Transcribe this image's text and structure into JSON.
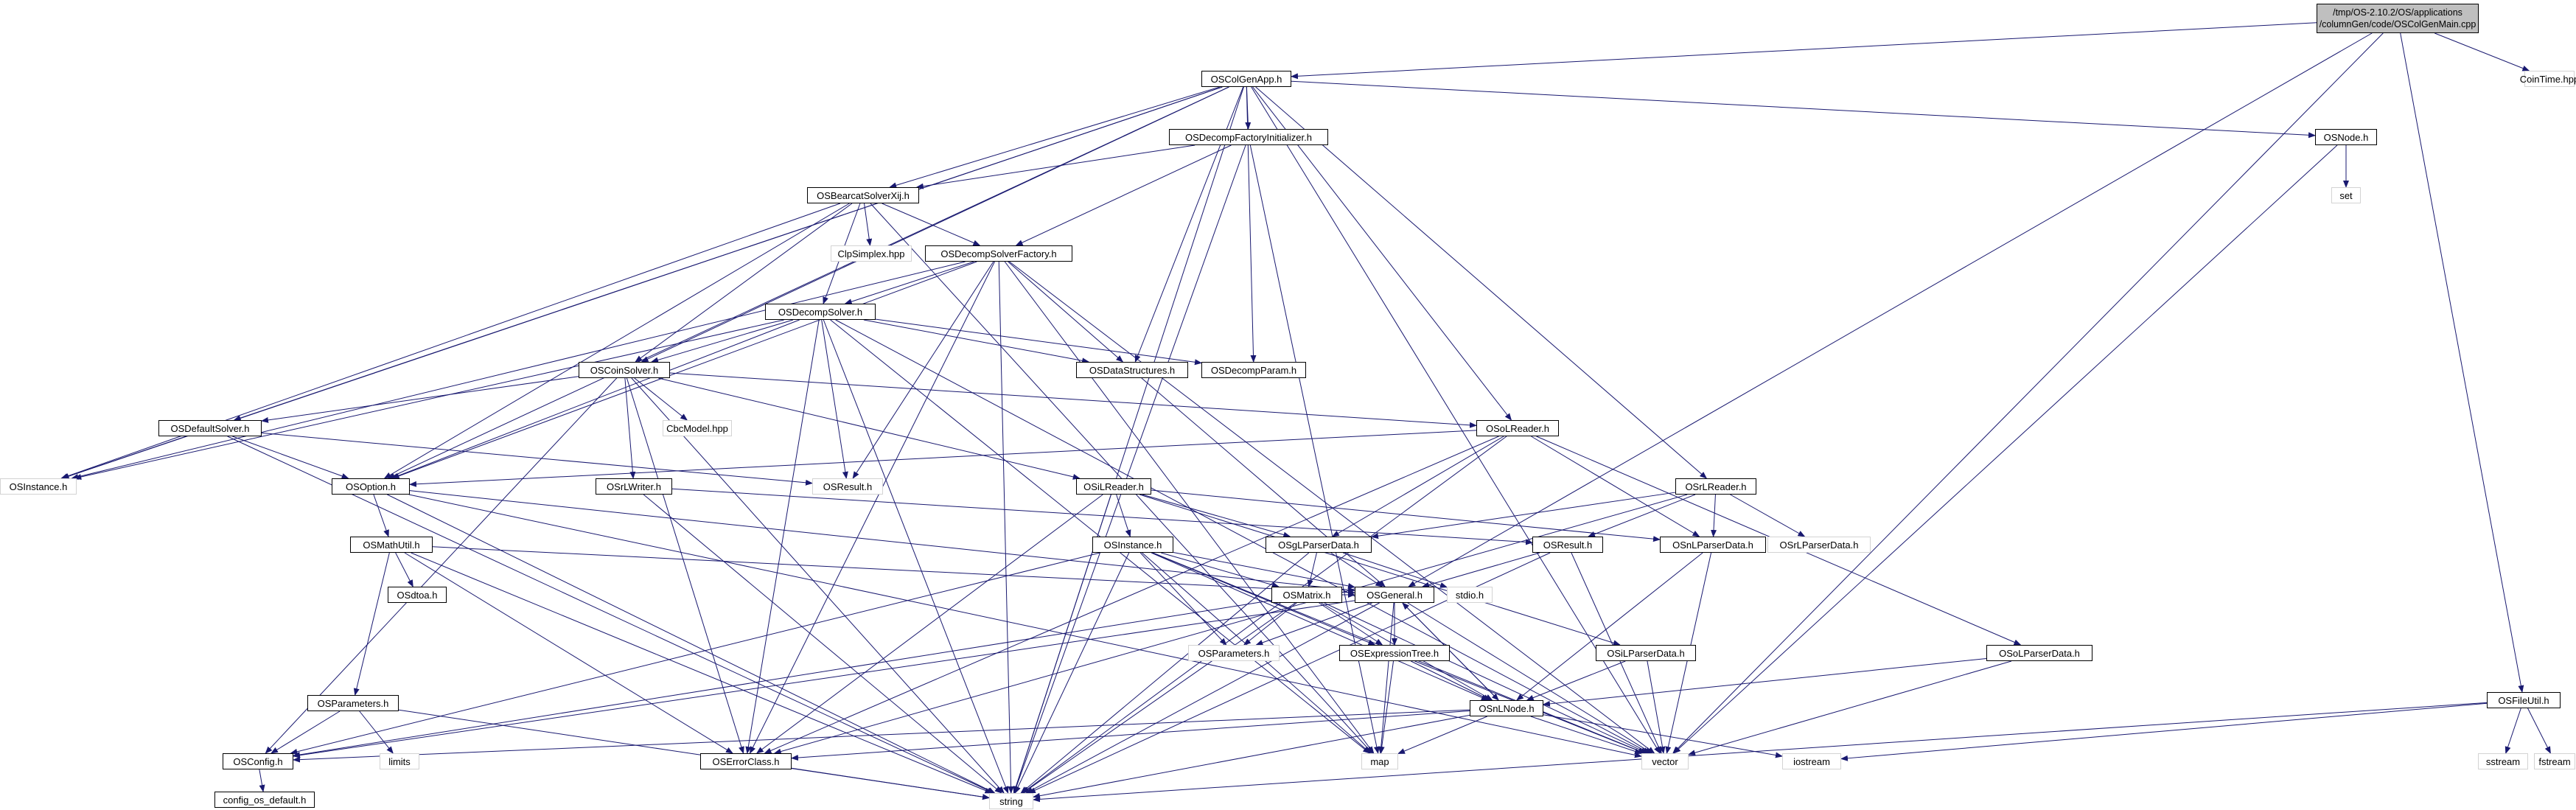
{
  "nodes": [
    {
      "id": "root",
      "kind": "root",
      "lines": [
        "/tmp/OS-2.10.2/OS/applications",
        "/columnGen/code/OSColGenMain.cpp"
      ]
    },
    {
      "id": "OSColGenApp",
      "kind": "src",
      "label": "OSColGenApp.h"
    },
    {
      "id": "CoinTime",
      "kind": "ext",
      "label": "CoinTime.hpp"
    },
    {
      "id": "OSFileUtil",
      "kind": "src",
      "label": "OSFileUtil.h"
    },
    {
      "id": "OSDecompFactoryInitializer",
      "kind": "src",
      "label": "OSDecompFactoryInitializer.h"
    },
    {
      "id": "OSNode",
      "kind": "src",
      "label": "OSNode.h"
    },
    {
      "id": "set",
      "kind": "ext",
      "label": "set"
    },
    {
      "id": "OSBearcatSolverXij",
      "kind": "src",
      "label": "OSBearcatSolverXij.h"
    },
    {
      "id": "ClpSimplex",
      "kind": "ext",
      "label": "ClpSimplex.hpp"
    },
    {
      "id": "OSDecompSolverFactory",
      "kind": "src",
      "label": "OSDecompSolverFactory.h"
    },
    {
      "id": "OSDecompSolver",
      "kind": "src",
      "label": "OSDecompSolver.h"
    },
    {
      "id": "OSDataStructures",
      "kind": "src",
      "label": "OSDataStructures.h"
    },
    {
      "id": "OSDecompParam",
      "kind": "src",
      "label": "OSDecompParam.h"
    },
    {
      "id": "OSCoinSolver",
      "kind": "src",
      "label": "OSCoinSolver.h"
    },
    {
      "id": "CbcModel",
      "kind": "ext",
      "label": "CbcModel.hpp"
    },
    {
      "id": "OSoLReader",
      "kind": "src",
      "label": "OSoLReader.h"
    },
    {
      "id": "OSDefaultSolver",
      "kind": "src",
      "label": "OSDefaultSolver.h"
    },
    {
      "id": "OSInstanceExt",
      "kind": "ext",
      "label": "OSInstance.h"
    },
    {
      "id": "OSOption",
      "kind": "src",
      "label": "OSOption.h"
    },
    {
      "id": "OSResult",
      "kind": "ext",
      "label": "OSResult.h"
    },
    {
      "id": "OSrLWriter",
      "kind": "src",
      "label": "OSrLWriter.h"
    },
    {
      "id": "OSiLReader",
      "kind": "src",
      "label": "OSiLReader.h"
    },
    {
      "id": "OSrLReader",
      "kind": "src",
      "label": "OSrLReader.h"
    },
    {
      "id": "OSrLParserDataExt",
      "kind": "ext",
      "label": "OSrLParserData.h"
    },
    {
      "id": "OSResultSrc",
      "kind": "src",
      "label": "OSResult.h"
    },
    {
      "id": "OSnLParserData",
      "kind": "src",
      "label": "OSnLParserData.h"
    },
    {
      "id": "OSMathUtil",
      "kind": "src",
      "label": "OSMathUtil.h"
    },
    {
      "id": "OSdtoa",
      "kind": "src",
      "label": "OSdtoa.h"
    },
    {
      "id": "OSInstanceSrc",
      "kind": "src",
      "label": "OSInstance.h"
    },
    {
      "id": "OSgLParserData",
      "kind": "src",
      "label": "OSgLParserData.h"
    },
    {
      "id": "OSMatrix",
      "kind": "src",
      "label": "OSMatrix.h"
    },
    {
      "id": "OSGeneral",
      "kind": "src",
      "label": "OSGeneral.h"
    },
    {
      "id": "stdio",
      "kind": "ext",
      "label": "stdio.h"
    },
    {
      "id": "OSParametersExt",
      "kind": "ext",
      "label": "OSParameters.h"
    },
    {
      "id": "OSExpressionTree",
      "kind": "src",
      "label": "OSExpressionTree.h"
    },
    {
      "id": "OSiLParserData",
      "kind": "src",
      "label": "OSiLParserData.h"
    },
    {
      "id": "OSoLParserData",
      "kind": "src",
      "label": "OSoLParserData.h"
    },
    {
      "id": "OSParametersSrc",
      "kind": "src",
      "label": "OSParameters.h"
    },
    {
      "id": "limits",
      "kind": "ext",
      "label": "limits"
    },
    {
      "id": "OSConfig",
      "kind": "src",
      "label": "OSConfig.h"
    },
    {
      "id": "OSnLNode",
      "kind": "src",
      "label": "OSnLNode.h"
    },
    {
      "id": "OSErrorClass",
      "kind": "src",
      "label": "OSErrorClass.h"
    },
    {
      "id": "map",
      "kind": "ext",
      "label": "map"
    },
    {
      "id": "vector",
      "kind": "ext",
      "label": "vector"
    },
    {
      "id": "iostream",
      "kind": "ext",
      "label": "iostream"
    },
    {
      "id": "sstream",
      "kind": "ext",
      "label": "sstream"
    },
    {
      "id": "fstream",
      "kind": "ext",
      "label": "fstream"
    },
    {
      "id": "config_os_default",
      "kind": "src",
      "label": "config_os_default.h"
    },
    {
      "id": "string",
      "kind": "ext",
      "label": "string"
    }
  ],
  "edges": [
    [
      "root",
      "OSColGenApp"
    ],
    [
      "root",
      "CoinTime"
    ],
    [
      "root",
      "OSFileUtil"
    ],
    [
      "root",
      "OSGeneral"
    ],
    [
      "root",
      "vector"
    ],
    [
      "OSColGenApp",
      "OSDecompFactoryInitializer"
    ],
    [
      "OSColGenApp",
      "OSNode"
    ],
    [
      "OSColGenApp",
      "OSBearcatSolverXij"
    ],
    [
      "OSColGenApp",
      "OSCoinSolver"
    ],
    [
      "OSColGenApp",
      "OSDefaultSolver"
    ],
    [
      "OSColGenApp",
      "OSInstanceExt"
    ],
    [
      "OSColGenApp",
      "OSOption"
    ],
    [
      "OSColGenApp",
      "OSDataStructures"
    ],
    [
      "OSColGenApp",
      "OSDecompParam"
    ],
    [
      "OSColGenApp",
      "OSoLReader"
    ],
    [
      "OSColGenApp",
      "OSrLReader"
    ],
    [
      "OSColGenApp",
      "vector"
    ],
    [
      "OSColGenApp",
      "string"
    ],
    [
      "OSDecompFactoryInitializer",
      "OSBearcatSolverXij"
    ],
    [
      "OSDecompFactoryInitializer",
      "OSDecompSolverFactory"
    ],
    [
      "OSDecompFactoryInitializer",
      "map"
    ],
    [
      "OSDecompFactoryInitializer",
      "string"
    ],
    [
      "OSNode",
      "set"
    ],
    [
      "OSNode",
      "vector"
    ],
    [
      "OSBearcatSolverXij",
      "ClpSimplex"
    ],
    [
      "OSBearcatSolverXij",
      "OSDecompSolverFactory"
    ],
    [
      "OSBearcatSolverXij",
      "OSDecompSolver"
    ],
    [
      "OSBearcatSolverXij",
      "OSCoinSolver"
    ],
    [
      "OSBearcatSolverXij",
      "OSOption"
    ],
    [
      "OSBearcatSolverXij",
      "OSInstanceExt"
    ],
    [
      "OSBearcatSolverXij",
      "map"
    ],
    [
      "OSDecompSolverFactory",
      "OSDecompSolver"
    ],
    [
      "OSDecompSolverFactory",
      "OSDataStructures"
    ],
    [
      "OSDecompSolverFactory",
      "OSResult"
    ],
    [
      "OSDecompSolverFactory",
      "OSOption"
    ],
    [
      "OSDecompSolverFactory",
      "OSInstanceExt"
    ],
    [
      "OSDecompSolverFactory",
      "OSErrorClass"
    ],
    [
      "OSDecompSolverFactory",
      "map"
    ],
    [
      "OSDecompSolverFactory",
      "vector"
    ],
    [
      "OSDecompSolverFactory",
      "string"
    ],
    [
      "OSDecompSolver",
      "OSCoinSolver"
    ],
    [
      "OSDecompSolver",
      "OSDataStructures"
    ],
    [
      "OSDecompSolver",
      "OSDecompParam"
    ],
    [
      "OSDecompSolver",
      "OSOption"
    ],
    [
      "OSDecompSolver",
      "OSInstanceExt"
    ],
    [
      "OSDecompSolver",
      "OSResult"
    ],
    [
      "OSDecompSolver",
      "OSErrorClass"
    ],
    [
      "OSDecompSolver",
      "map"
    ],
    [
      "OSDecompSolver",
      "string"
    ],
    [
      "OSDecompSolver",
      "vector"
    ],
    [
      "OSDataStructures",
      "OSGeneral"
    ],
    [
      "OSCoinSolver",
      "CbcModel"
    ],
    [
      "OSCoinSolver",
      "OSDefaultSolver"
    ],
    [
      "OSCoinSolver",
      "OSrLWriter"
    ],
    [
      "OSCoinSolver",
      "OSiLReader"
    ],
    [
      "OSCoinSolver",
      "OSoLReader"
    ],
    [
      "OSCoinSolver",
      "OSErrorClass"
    ],
    [
      "OSCoinSolver",
      "OSConfig"
    ],
    [
      "OSCoinSolver",
      "string"
    ],
    [
      "OSoLReader",
      "OSOption"
    ],
    [
      "OSoLReader",
      "OSgLParserData"
    ],
    [
      "OSoLReader",
      "OSnLParserData"
    ],
    [
      "OSoLReader",
      "OSoLParserData"
    ],
    [
      "OSoLReader",
      "OSErrorClass"
    ],
    [
      "OSoLReader",
      "string"
    ],
    [
      "OSDefaultSolver",
      "OSInstanceExt"
    ],
    [
      "OSDefaultSolver",
      "OSOption"
    ],
    [
      "OSDefaultSolver",
      "OSResult"
    ],
    [
      "OSDefaultSolver",
      "string"
    ],
    [
      "OSOption",
      "OSMathUtil"
    ],
    [
      "OSOption",
      "OSGeneral"
    ],
    [
      "OSOption",
      "vector"
    ],
    [
      "OSOption",
      "string"
    ],
    [
      "OSrLWriter",
      "OSResultSrc"
    ],
    [
      "OSrLWriter",
      "string"
    ],
    [
      "OSiLReader",
      "OSInstanceSrc"
    ],
    [
      "OSiLReader",
      "OSiLParserData"
    ],
    [
      "OSiLReader",
      "OSgLParserData"
    ],
    [
      "OSiLReader",
      "OSnLParserData"
    ],
    [
      "OSiLReader",
      "OSErrorClass"
    ],
    [
      "OSiLReader",
      "string"
    ],
    [
      "OSrLReader",
      "OSResultSrc"
    ],
    [
      "OSrLReader",
      "OSrLParserDataExt"
    ],
    [
      "OSrLReader",
      "OSgLParserData"
    ],
    [
      "OSrLReader",
      "OSnLParserData"
    ],
    [
      "OSrLReader",
      "OSErrorClass"
    ],
    [
      "OSResultSrc",
      "OSGeneral"
    ],
    [
      "OSResultSrc",
      "vector"
    ],
    [
      "OSResultSrc",
      "string"
    ],
    [
      "OSnLParserData",
      "OSnLNode"
    ],
    [
      "OSnLParserData",
      "vector"
    ],
    [
      "OSMathUtil",
      "OSdtoa"
    ],
    [
      "OSMathUtil",
      "OSParametersSrc"
    ],
    [
      "OSMathUtil",
      "OSGeneral"
    ],
    [
      "OSMathUtil",
      "OSErrorClass"
    ],
    [
      "OSMathUtil",
      "string"
    ],
    [
      "OSInstanceSrc",
      "OSMatrix"
    ],
    [
      "OSInstanceSrc",
      "OSGeneral"
    ],
    [
      "OSInstanceSrc",
      "OSExpressionTree"
    ],
    [
      "OSInstanceSrc",
      "OSnLNode"
    ],
    [
      "OSInstanceSrc",
      "OSParametersExt"
    ],
    [
      "OSInstanceSrc",
      "OSConfig"
    ],
    [
      "OSInstanceSrc",
      "map"
    ],
    [
      "OSInstanceSrc",
      "vector"
    ],
    [
      "OSInstanceSrc",
      "string"
    ],
    [
      "OSgLParserData",
      "OSMatrix"
    ],
    [
      "OSgLParserData",
      "OSGeneral"
    ],
    [
      "OSgLParserData",
      "stdio"
    ],
    [
      "OSgLParserData",
      "string"
    ],
    [
      "OSMatrix",
      "OSGeneral"
    ],
    [
      "OSMatrix",
      "OSParametersExt"
    ],
    [
      "OSMatrix",
      "OSExpressionTree"
    ],
    [
      "OSMatrix",
      "OSnLNode"
    ],
    [
      "OSMatrix",
      "OSConfig"
    ],
    [
      "OSMatrix",
      "vector"
    ],
    [
      "OSMatrix",
      "string"
    ],
    [
      "OSGeneral",
      "OSParametersExt"
    ],
    [
      "OSGeneral",
      "OSExpressionTree"
    ],
    [
      "OSGeneral",
      "OSnLNode"
    ],
    [
      "OSGeneral",
      "OSConfig"
    ],
    [
      "OSGeneral",
      "map"
    ],
    [
      "OSGeneral",
      "vector"
    ],
    [
      "OSGeneral",
      "string"
    ],
    [
      "OSExpressionTree",
      "OSnLNode"
    ],
    [
      "OSExpressionTree",
      "map"
    ],
    [
      "OSExpressionTree",
      "vector"
    ],
    [
      "OSiLParserData",
      "OSnLNode"
    ],
    [
      "OSiLParserData",
      "vector"
    ],
    [
      "OSoLParserData",
      "OSnLNode"
    ],
    [
      "OSoLParserData",
      "vector"
    ],
    [
      "OSParametersSrc",
      "OSConfig"
    ],
    [
      "OSParametersSrc",
      "limits"
    ],
    [
      "OSParametersSrc",
      "string"
    ],
    [
      "OSConfig",
      "config_os_default"
    ],
    [
      "OSnLNode",
      "OSGeneral"
    ],
    [
      "OSnLNode",
      "OSErrorClass"
    ],
    [
      "OSnLNode",
      "OSConfig"
    ],
    [
      "OSnLNode",
      "map"
    ],
    [
      "OSnLNode",
      "vector"
    ],
    [
      "OSnLNode",
      "iostream"
    ],
    [
      "OSnLNode",
      "string"
    ],
    [
      "OSErrorClass",
      "string"
    ],
    [
      "OSFileUtil",
      "iostream"
    ],
    [
      "OSFileUtil",
      "sstream"
    ],
    [
      "OSFileUtil",
      "fstream"
    ],
    [
      "OSFileUtil",
      "string"
    ]
  ]
}
